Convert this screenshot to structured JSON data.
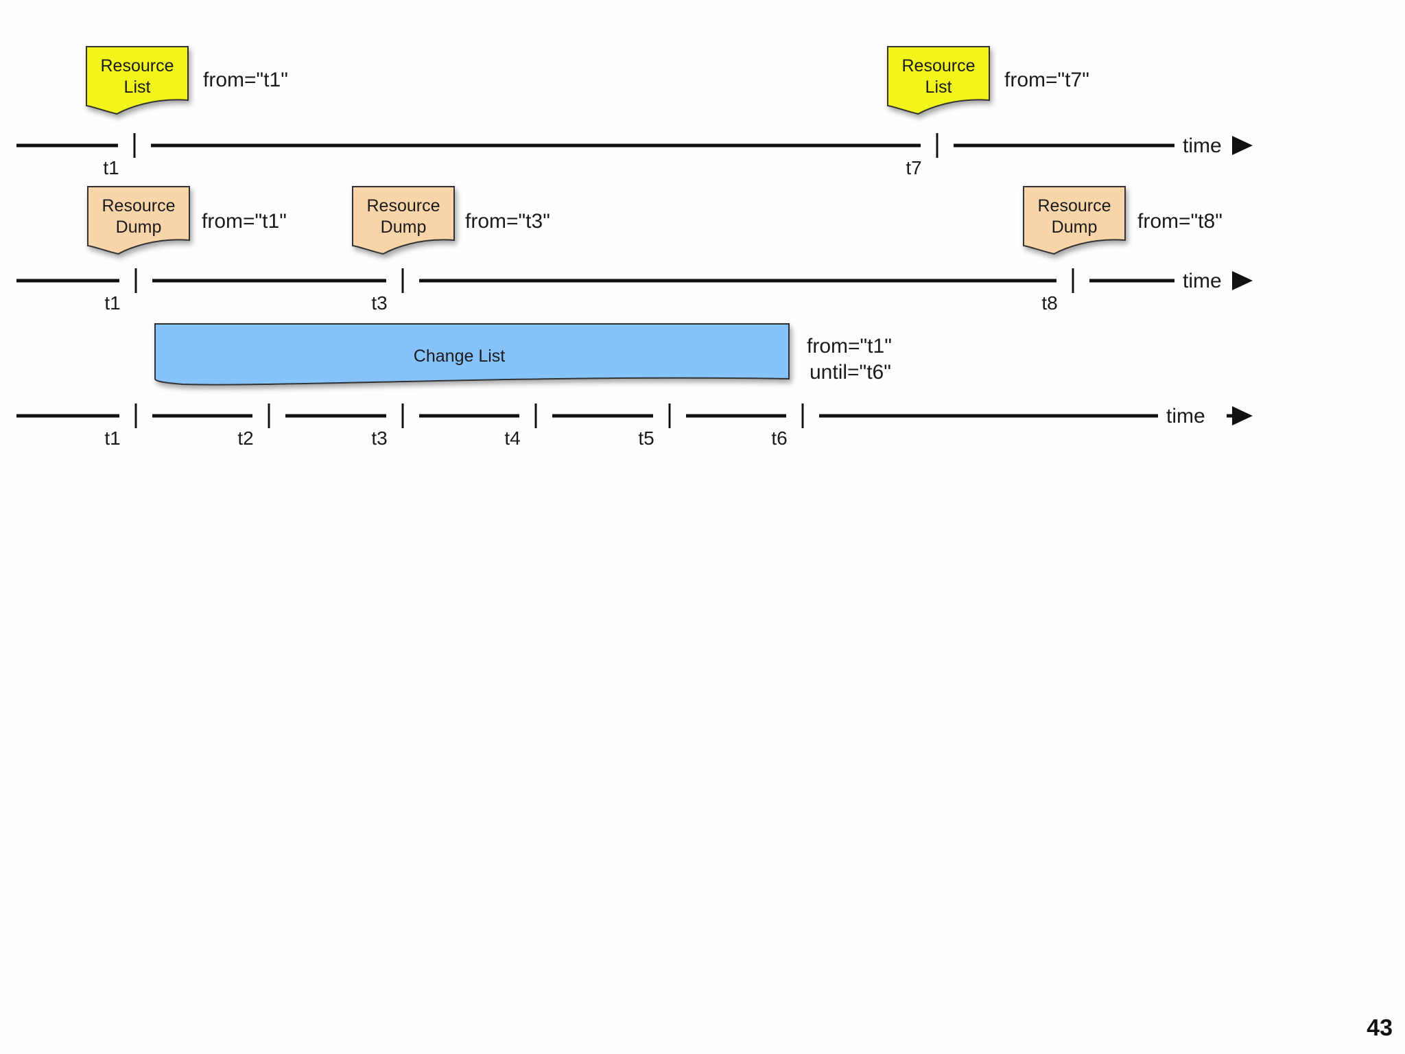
{
  "timelines": [
    {
      "name": "resource-list-timeline",
      "time_label": "time",
      "ticks": [
        "t1",
        "t7"
      ],
      "documents": [
        {
          "kind": "resource-list",
          "lines": [
            "Resource",
            "List"
          ],
          "attr": "from=\"t1\""
        },
        {
          "kind": "resource-list",
          "lines": [
            "Resource",
            "List"
          ],
          "attr": "from=\"t7\""
        }
      ]
    },
    {
      "name": "resource-dump-timeline",
      "time_label": "time",
      "ticks": [
        "t1",
        "t3",
        "t8"
      ],
      "documents": [
        {
          "kind": "resource-dump",
          "lines": [
            "Resource",
            "Dump"
          ],
          "attr": "from=\"t1\""
        },
        {
          "kind": "resource-dump",
          "lines": [
            "Resource",
            "Dump"
          ],
          "attr": "from=\"t3\""
        },
        {
          "kind": "resource-dump",
          "lines": [
            "Resource",
            "Dump"
          ],
          "attr": "from=\"t8\""
        }
      ]
    },
    {
      "name": "change-list-timeline",
      "time_label": "time",
      "ticks": [
        "t1",
        "t2",
        "t3",
        "t4",
        "t5",
        "t6"
      ],
      "change_list": {
        "label": "Change List",
        "from": "from=\"t1\"",
        "until": "until=\"t6\""
      }
    }
  ],
  "colors": {
    "resource_list": "#f2f51c",
    "resource_dump": "#f8d5a9",
    "change_list": "#86c3fb",
    "line": "#111111"
  },
  "page_number": "43"
}
